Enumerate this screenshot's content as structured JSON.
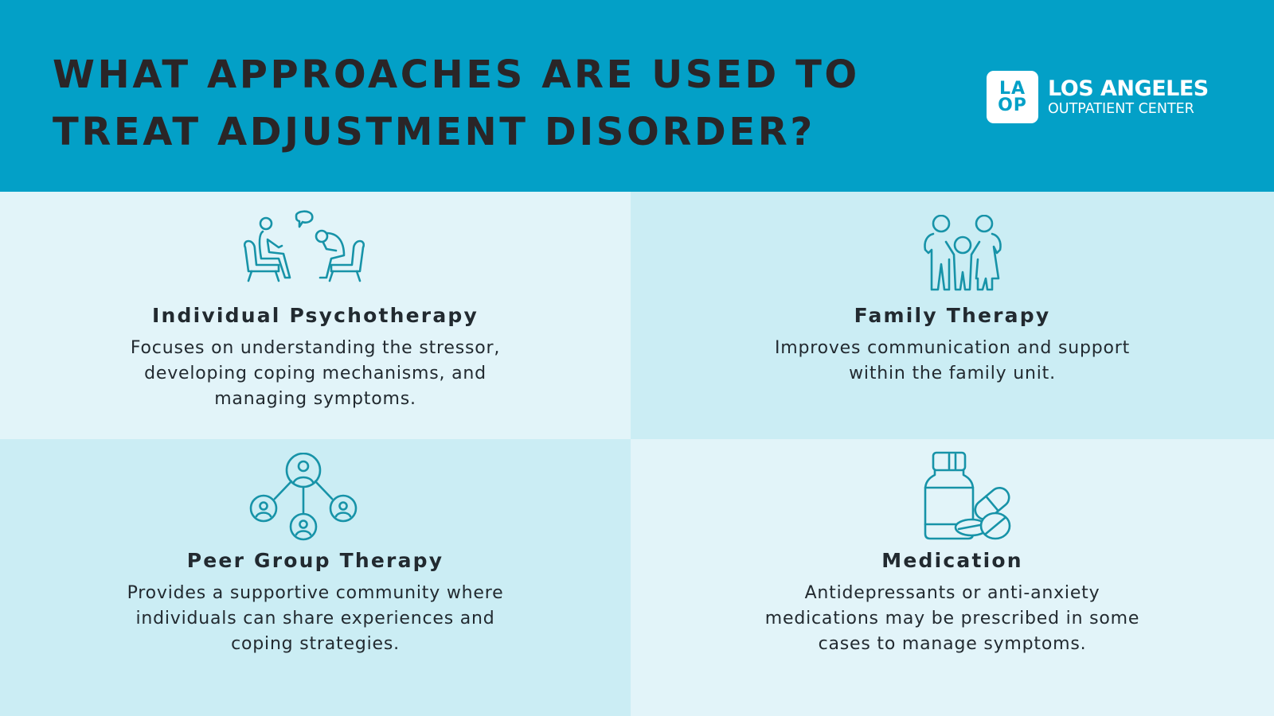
{
  "header": {
    "title_line1": "WHAT APPROACHES ARE USED TO",
    "title_line2": "TREAT ADJUSTMENT DISORDER?",
    "background_color": "#03a0c7",
    "title_color": "#2a2527"
  },
  "logo": {
    "badge_top": "LA",
    "badge_bottom": "OP",
    "name_line1": "LOS ANGELES",
    "name_line2": "OUTPATIENT CENTER"
  },
  "colors": {
    "icon_stroke": "#1793a8",
    "cell_light": "#e2f4f9",
    "cell_dark": "#cbedf4",
    "text": "#222a30"
  },
  "approaches": [
    {
      "icon": "therapy-session-icon",
      "title": "Individual Psychotherapy",
      "description_lines": [
        "Focuses on understanding the stressor,",
        "developing coping mechanisms, and",
        "managing symptoms."
      ]
    },
    {
      "icon": "family-icon",
      "title": "Family Therapy",
      "description_lines": [
        "Improves communication and support",
        "within the family unit."
      ]
    },
    {
      "icon": "peer-group-network-icon",
      "title": "Peer Group Therapy",
      "description_lines": [
        "Provides a supportive community where",
        "individuals can share experiences and",
        "coping strategies."
      ]
    },
    {
      "icon": "medication-bottle-pills-icon",
      "title": "Medication",
      "description_lines": [
        "Antidepressants or anti-anxiety",
        "medications may be prescribed in some",
        "cases to manage symptoms."
      ]
    }
  ]
}
